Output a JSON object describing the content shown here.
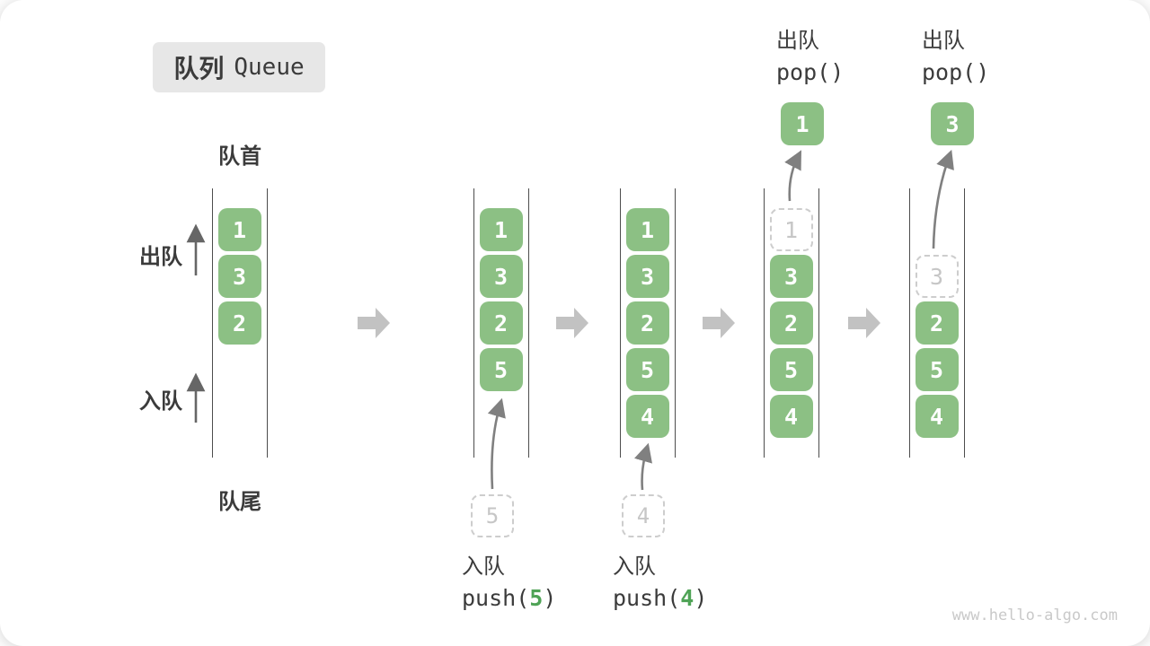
{
  "title": {
    "zh": "队列",
    "en": "Queue"
  },
  "labels": {
    "front": "队首",
    "rear": "队尾",
    "dequeue": "出队",
    "enqueue": "入队"
  },
  "colors": {
    "cell_green": "#8CC084",
    "code_arg_green": "#4FA356",
    "block_arrow_gray": "#C2C2C2",
    "thin_arrow_gray": "#808080",
    "dashed_gray": "#CDCDCD",
    "queue_line": "#4D4D4D",
    "text_dark": "#3B3B3B",
    "title_bg": "#E7E7E7",
    "watermark_gray": "#C9C9C9"
  },
  "queues": [
    {
      "cells": [
        "1",
        "3",
        "2"
      ]
    },
    {
      "cells": [
        "1",
        "3",
        "2",
        "5"
      ],
      "pending_value": "5",
      "op_label": "入队",
      "op_code": [
        "push(",
        "5",
        ")"
      ]
    },
    {
      "cells": [
        "1",
        "3",
        "2",
        "5",
        "4"
      ],
      "pending_value": "4",
      "op_label": "入队",
      "op_code": [
        "push(",
        "4",
        ")"
      ]
    },
    {
      "cells": [
        "3",
        "2",
        "5",
        "4"
      ],
      "ghost_value": "1",
      "popped_value": "1",
      "op_label": "出队",
      "op_code": "pop()"
    },
    {
      "cells": [
        "2",
        "5",
        "4"
      ],
      "ghost_value": "3",
      "popped_value": "3",
      "op_label": "出队",
      "op_code": "pop()"
    }
  ],
  "watermark": "www.hello-algo.com"
}
